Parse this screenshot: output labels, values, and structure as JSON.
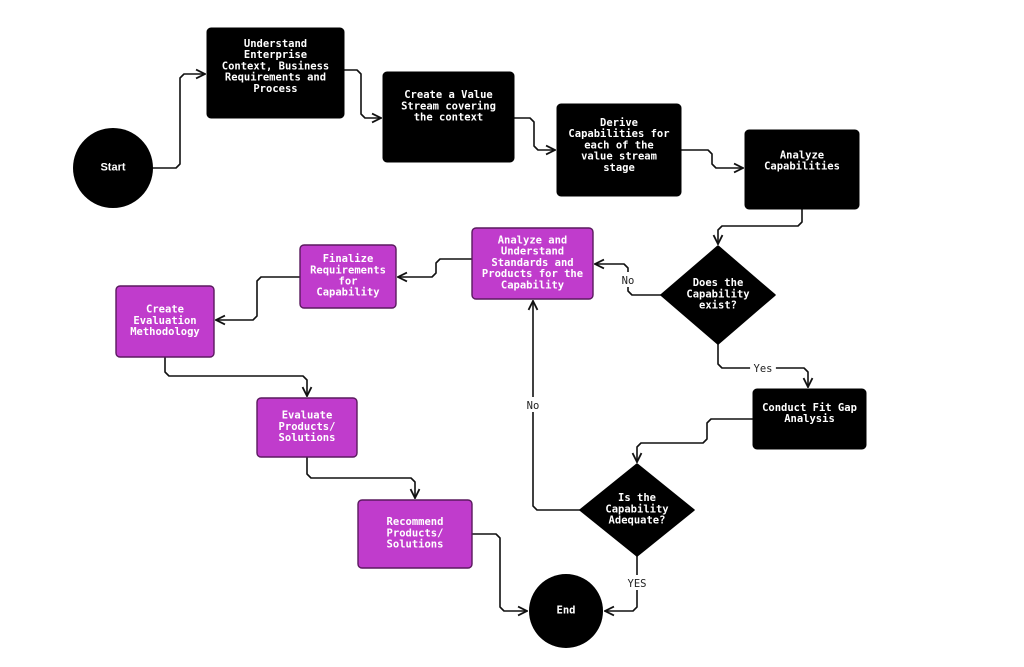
{
  "colors": {
    "dark_fill": "#000000",
    "purple_fill": "#c03ccc",
    "purple_border": "#5a1a5e",
    "text": "#ffffff",
    "edge": "#111111",
    "background": "#ffffff"
  },
  "nodes": [
    {
      "id": "start",
      "shape": "circle",
      "style": "dark",
      "lines": [
        "Start"
      ]
    },
    {
      "id": "understand",
      "shape": "rect",
      "style": "dark",
      "lines": [
        "Understand",
        "Enterprise",
        "Context, Business",
        "Requirements and",
        "Process"
      ]
    },
    {
      "id": "value-stream",
      "shape": "rect",
      "style": "dark",
      "lines": [
        "Create a Value",
        "Stream covering",
        "the context"
      ]
    },
    {
      "id": "derive",
      "shape": "rect",
      "style": "dark",
      "lines": [
        "Derive",
        "Capabilities for",
        "each of the",
        "value stream",
        "stage"
      ]
    },
    {
      "id": "analyze-cap",
      "shape": "rect",
      "style": "dark",
      "lines": [
        "Analyze",
        "Capabilities"
      ]
    },
    {
      "id": "exist",
      "shape": "diamond",
      "style": "dark",
      "lines": [
        "Does the",
        "Capability",
        "exist?"
      ]
    },
    {
      "id": "analyze-std",
      "shape": "rect",
      "style": "purple",
      "lines": [
        "Analyze and",
        "Understand",
        "Standards and",
        "Products for the",
        "Capability"
      ]
    },
    {
      "id": "finalize",
      "shape": "rect",
      "style": "purple",
      "lines": [
        "Finalize",
        "Requirements",
        "for",
        "Capability"
      ]
    },
    {
      "id": "eval-method",
      "shape": "rect",
      "style": "purple",
      "lines": [
        "Create",
        "Evaluation",
        "Methodology"
      ]
    },
    {
      "id": "evaluate",
      "shape": "rect",
      "style": "purple",
      "lines": [
        "Evaluate",
        "Products/",
        "Solutions"
      ]
    },
    {
      "id": "recommend",
      "shape": "rect",
      "style": "purple",
      "lines": [
        "Recommend",
        "Products/",
        "Solutions"
      ]
    },
    {
      "id": "fit-gap",
      "shape": "rect",
      "style": "dark",
      "lines": [
        "Conduct Fit Gap",
        "Analysis"
      ]
    },
    {
      "id": "adequate",
      "shape": "diamond",
      "style": "dark",
      "lines": [
        "Is the",
        "Capability",
        "Adequate?"
      ]
    },
    {
      "id": "end",
      "shape": "circle",
      "style": "dark",
      "lines": [
        "End"
      ]
    }
  ],
  "edges": [
    {
      "from": "start",
      "to": "understand",
      "label": ""
    },
    {
      "from": "understand",
      "to": "value-stream",
      "label": ""
    },
    {
      "from": "value-stream",
      "to": "derive",
      "label": ""
    },
    {
      "from": "derive",
      "to": "analyze-cap",
      "label": ""
    },
    {
      "from": "analyze-cap",
      "to": "exist",
      "label": ""
    },
    {
      "from": "exist",
      "to": "analyze-std",
      "label": "No"
    },
    {
      "from": "exist",
      "to": "fit-gap",
      "label": "Yes"
    },
    {
      "from": "analyze-std",
      "to": "finalize",
      "label": ""
    },
    {
      "from": "finalize",
      "to": "eval-method",
      "label": ""
    },
    {
      "from": "eval-method",
      "to": "evaluate",
      "label": ""
    },
    {
      "from": "evaluate",
      "to": "recommend",
      "label": ""
    },
    {
      "from": "recommend",
      "to": "end",
      "label": ""
    },
    {
      "from": "fit-gap",
      "to": "adequate",
      "label": ""
    },
    {
      "from": "adequate",
      "to": "analyze-std",
      "label": "No"
    },
    {
      "from": "adequate",
      "to": "end",
      "label": "YES"
    }
  ]
}
